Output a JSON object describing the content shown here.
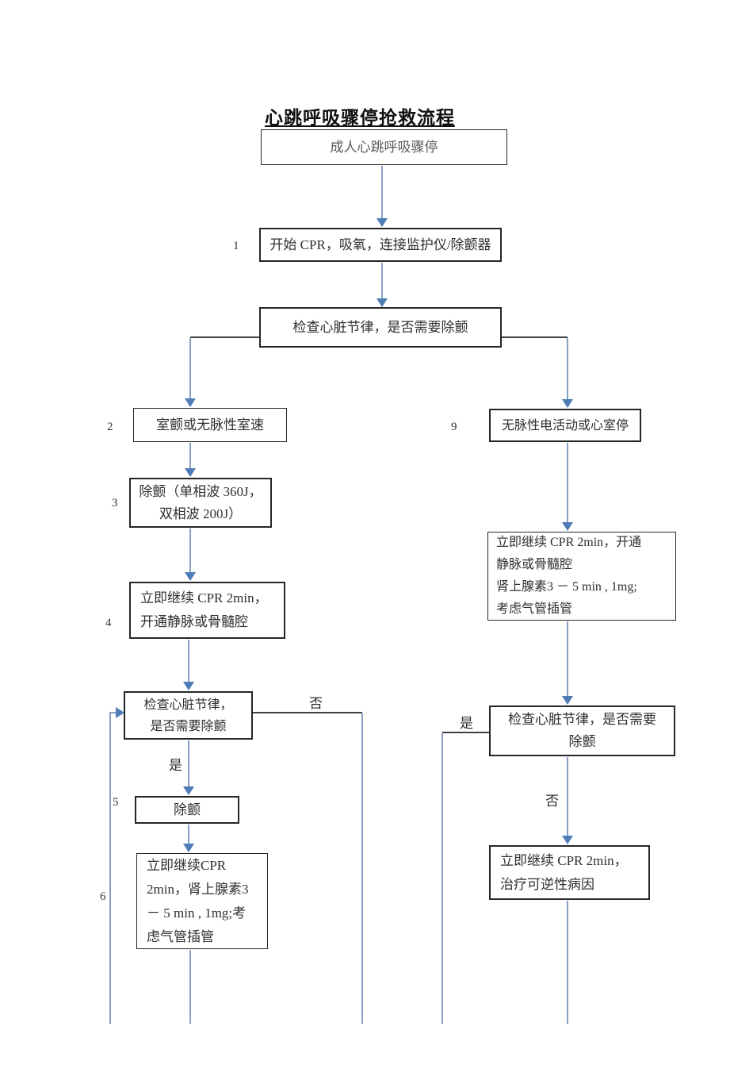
{
  "page_title": "心跳呼吸骤停抢救流程",
  "nodes": {
    "start": {
      "text": "成人心跳呼吸骤停"
    },
    "cpr_start": {
      "text": "开始 CPR，吸氧，连接监护仪/除颤器"
    },
    "check1": {
      "text": "检查心脏节律，是否需要除颤"
    },
    "vf_vt": {
      "text": "室颤或无脉性室速"
    },
    "pea": {
      "text": "无脉性电活动或心室停"
    },
    "defib_energy": {
      "text": "除颤（单相波 360J，\n双相波 200J）"
    },
    "cpr_iv": {
      "text": "立即继续 CPR 2min，\n开通静脉或骨髓腔"
    },
    "check2": {
      "text": "检查心脏节律，\n是否需要除颤"
    },
    "defib": {
      "text": "除颤"
    },
    "cpr_epi_left": {
      "text": "立即继续CPR\n2min，肾上腺素3\n－ 5  min , 1mg;考\n虑气管插管"
    },
    "cpr_epi_right": {
      "text": "立即继续 CPR 2min，开通\n静脉或骨髓腔\n肾上腺素3 － 5  min , 1mg;\n考虑气管插管"
    },
    "check3": {
      "text": "检查心脏节律，是否需要\n除颤"
    },
    "cpr_causes": {
      "text": "立即继续 CPR 2min，\n治疗可逆性病因"
    }
  },
  "step_numbers": {
    "s1": "1",
    "s2": "2",
    "s3": "3",
    "s4": "4",
    "s5": "5",
    "s6": "6",
    "s9": "9"
  },
  "branch_labels": {
    "no_left": "否",
    "yes_left": "是",
    "yes_right": "是",
    "no_right": "否"
  },
  "colors": {
    "connector_blue": "#84a0c4",
    "arrow_blue": "#4f7cb5",
    "connector_dark": "#404040",
    "box_border": "#262626"
  }
}
